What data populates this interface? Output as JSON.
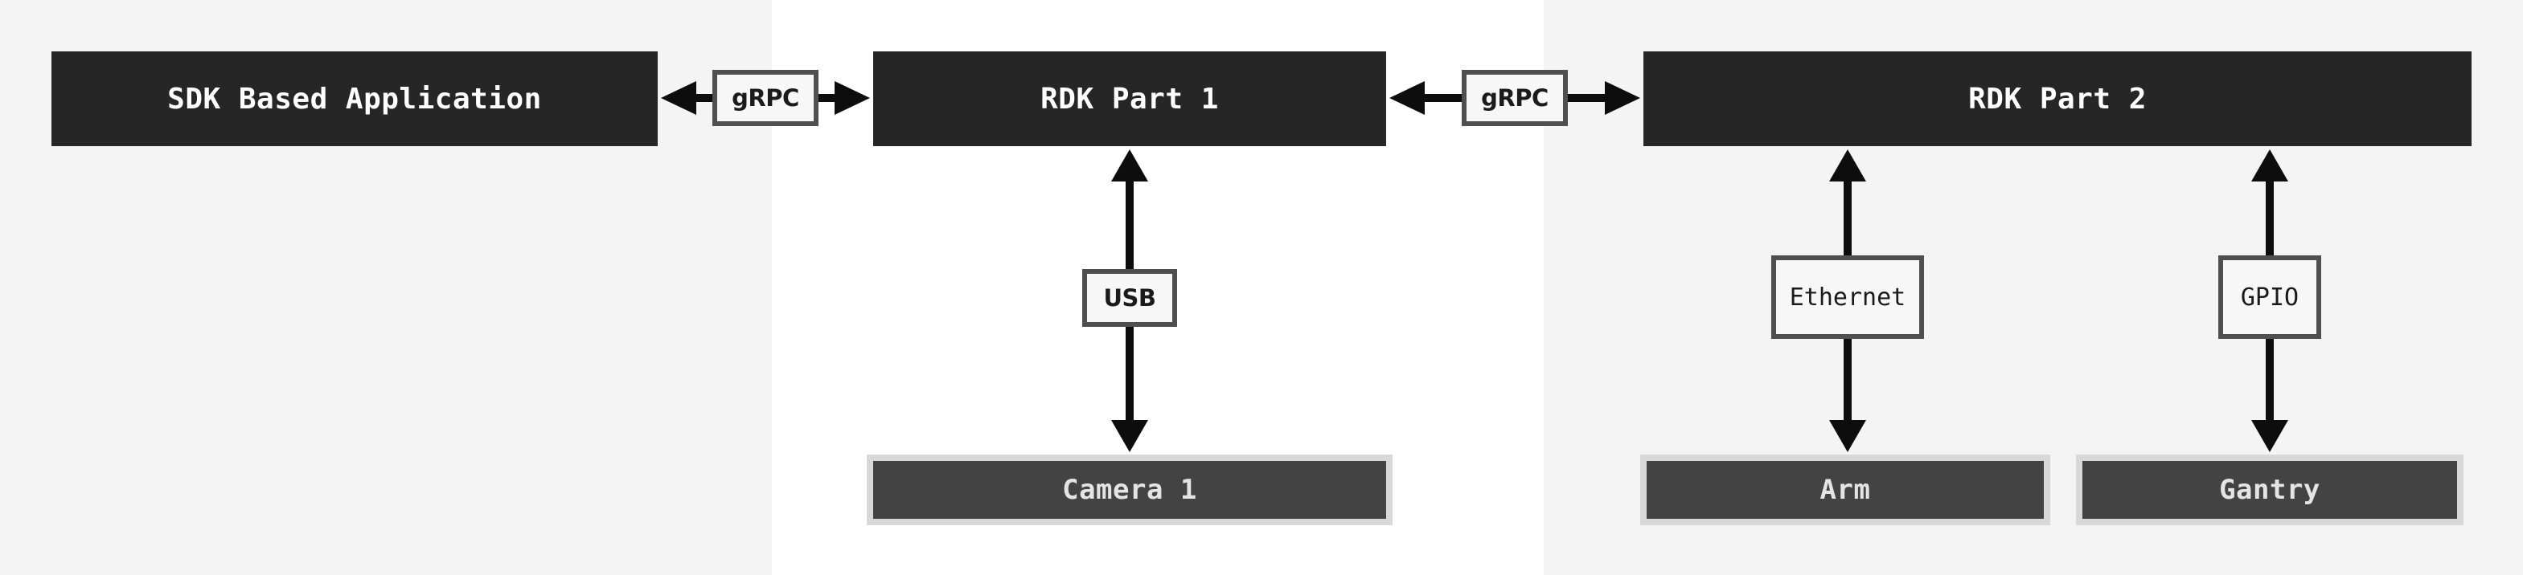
{
  "diagram": {
    "nodes": {
      "sdk_app": {
        "label": "SDK Based Application"
      },
      "rdk_part_1": {
        "label": "RDK Part 1"
      },
      "rdk_part_2": {
        "label": "RDK Part 2"
      },
      "camera_1": {
        "label": "Camera 1"
      },
      "arm": {
        "label": "Arm"
      },
      "gantry": {
        "label": "Gantry"
      }
    },
    "links": {
      "grpc_left": {
        "label": "gRPC",
        "from": "SDK Based Application",
        "to": "RDK Part 1",
        "direction": "bidirectional"
      },
      "grpc_right": {
        "label": "gRPC",
        "from": "RDK Part 1",
        "to": "RDK Part 2",
        "direction": "bidirectional"
      },
      "usb": {
        "label": "USB",
        "from": "RDK Part 1",
        "to": "Camera 1",
        "direction": "bidirectional"
      },
      "ethernet": {
        "label": "Ethernet",
        "from": "RDK Part 2",
        "to": "Arm",
        "direction": "bidirectional"
      },
      "gpio": {
        "label": "GPIO",
        "from": "RDK Part 2",
        "to": "Gantry",
        "direction": "bidirectional"
      }
    },
    "colors": {
      "background_gray": "#f4f4f4",
      "background_white": "#ffffff",
      "node_fill": "#262626",
      "node_text": "#ffffff",
      "component_fill": "#434343",
      "component_border": "#d8d8d8",
      "component_text": "#e4e4e4",
      "label_fill": "#f7f7f7",
      "label_border": "#4f4f4f",
      "label_text": "#1b1b1b",
      "arrow": "#0d0d0d"
    }
  }
}
